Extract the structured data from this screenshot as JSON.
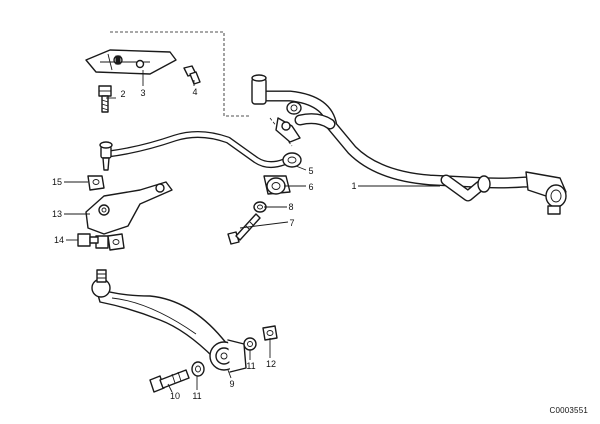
{
  "drawing_code": "C0003551",
  "callouts": [
    {
      "id": "1",
      "label": "1"
    },
    {
      "id": "2",
      "label": "2"
    },
    {
      "id": "3",
      "label": "3"
    },
    {
      "id": "4",
      "label": "4"
    },
    {
      "id": "5",
      "label": "5"
    },
    {
      "id": "6",
      "label": "6"
    },
    {
      "id": "7",
      "label": "7"
    },
    {
      "id": "8",
      "label": "8"
    },
    {
      "id": "9",
      "label": "9"
    },
    {
      "id": "10",
      "label": "10"
    },
    {
      "id": "11a",
      "label": "11"
    },
    {
      "id": "11b",
      "label": "11"
    },
    {
      "id": "12",
      "label": "12"
    },
    {
      "id": "13",
      "label": "13"
    },
    {
      "id": "14",
      "label": "14"
    },
    {
      "id": "15",
      "label": "15"
    }
  ]
}
